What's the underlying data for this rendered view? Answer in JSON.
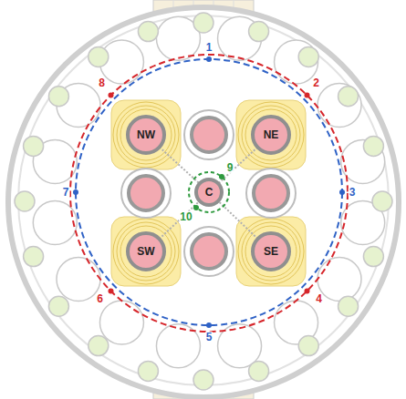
{
  "diagram": {
    "nodes": [
      {
        "text": [
          "NW"
        ]
      },
      {
        "text": [
          "NE"
        ]
      },
      {
        "text": [
          "C"
        ]
      },
      {
        "text": [
          "SW"
        ]
      },
      {
        "text": [
          "SE"
        ]
      }
    ],
    "labels": [
      "1",
      "2",
      "3",
      "4",
      "5",
      "6",
      "7",
      "8",
      "9",
      "10"
    ]
  }
}
